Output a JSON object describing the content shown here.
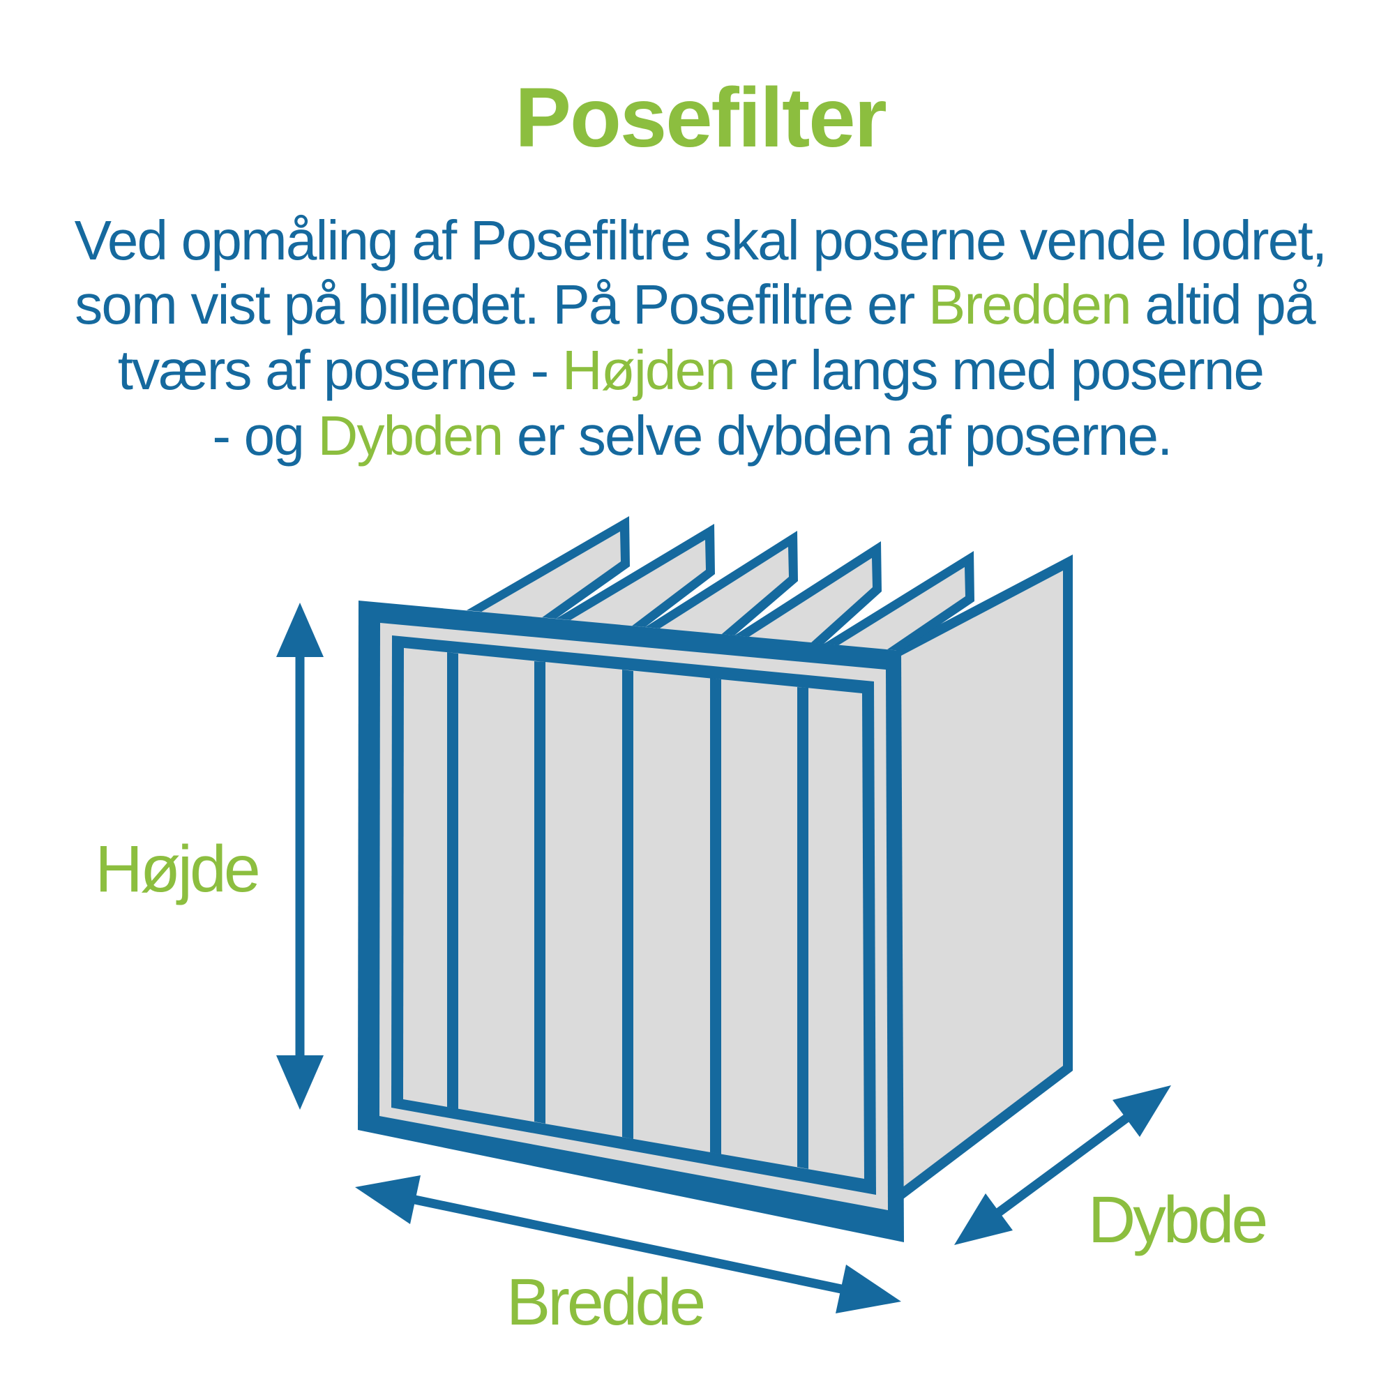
{
  "title": "Posefilter",
  "intro": {
    "line1_1": "Ved opmåling af Posefiltre skal poserne vende lodret,",
    "line2_1": "som vist på billedet. På Posefiltre er ",
    "line2_2": "Bredden",
    "line2_3": " altid på",
    "line3_1": "tværs af poserne - ",
    "line3_2": "Højden",
    "line3_3": " er langs med poserne",
    "line4_1": "- og ",
    "line4_2": "Dybden",
    "line4_3": " er selve dybden af poserne."
  },
  "labels": {
    "height": "Højde",
    "width": "Bredde",
    "depth": "Dybde"
  },
  "diagram": {
    "type": "bag-filter-perspective-drawing",
    "bag_pockets": 6,
    "visible_bag_tops": 5
  },
  "colors": {
    "blue": "#15699E",
    "green": "#8CBE3F",
    "gray": "#DBDBDB",
    "background": "#FFFFFF"
  }
}
